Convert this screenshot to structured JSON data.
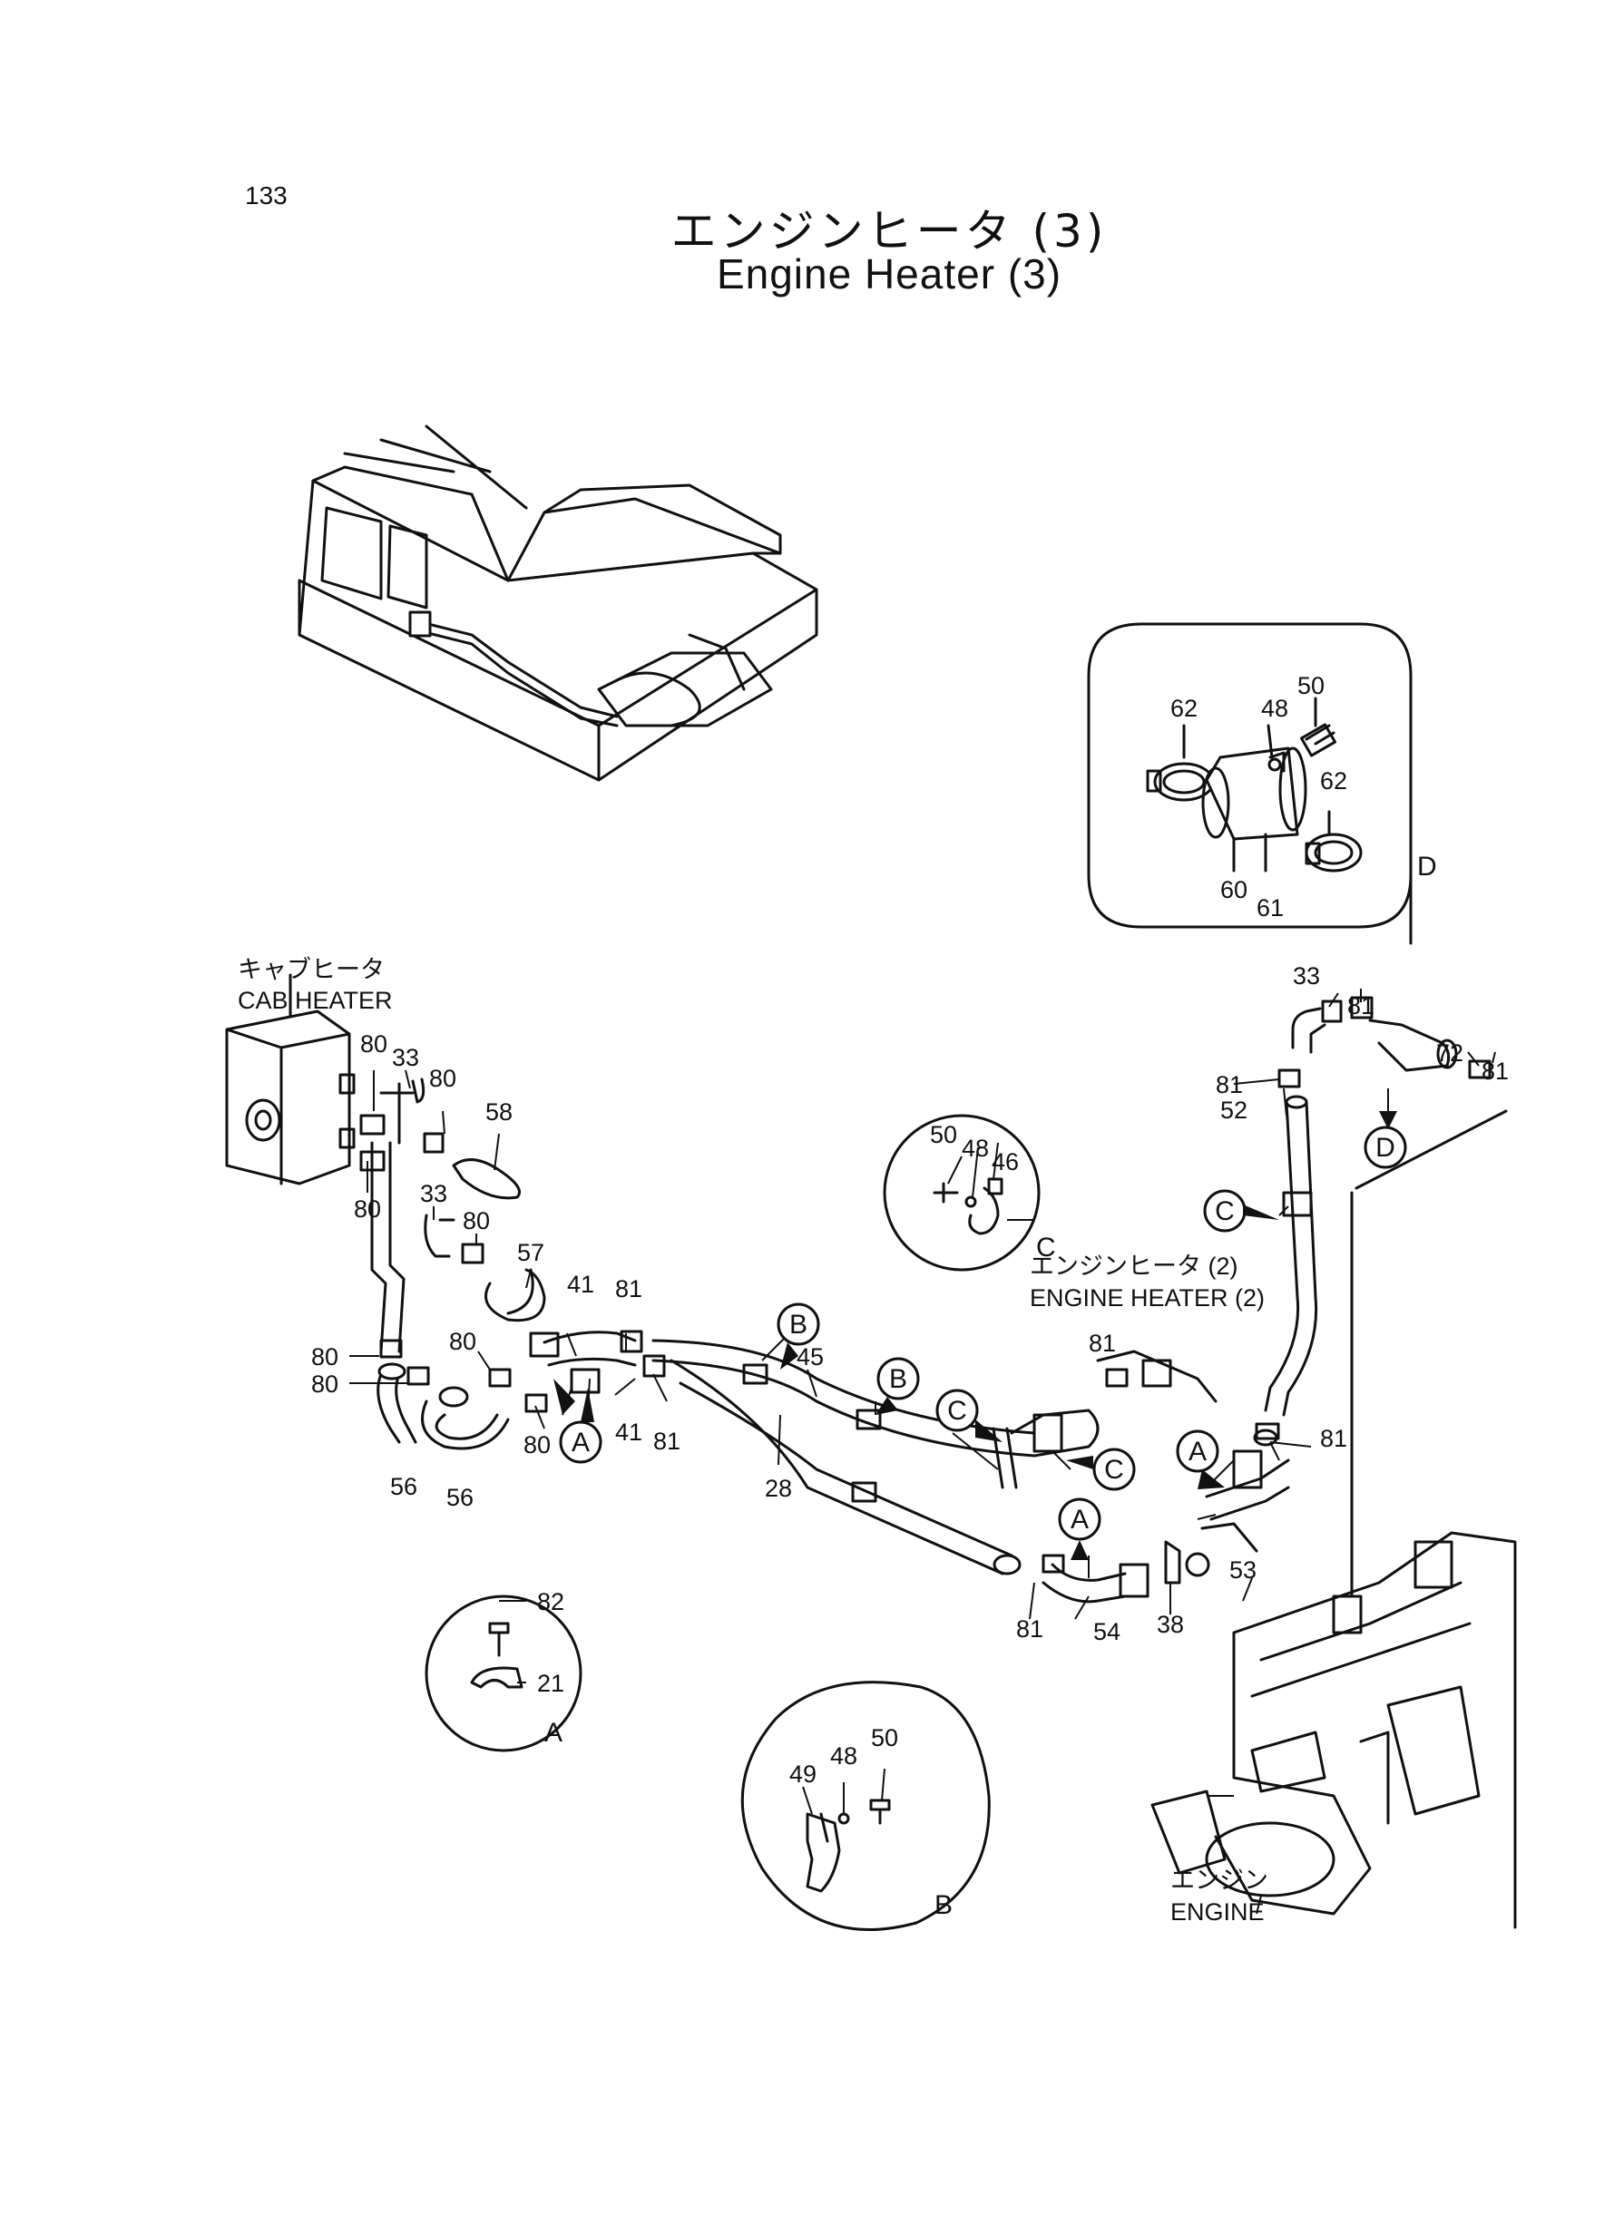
{
  "page_number": "133",
  "title": {
    "japanese": "エンジンヒータ (3)",
    "english": "Engine Heater (3)"
  },
  "labels": {
    "cab_heater_jp": "キャブヒータ",
    "cab_heater_en": "CAB HEATER",
    "engine_heater2_jp": "エンジンヒータ (2)",
    "engine_heater2_en": "ENGINE HEATER (2)",
    "engine_jp": "エンジン",
    "engine_en": "ENGINE"
  },
  "detail_views": {
    "A": {
      "letter": "A",
      "parts": [
        "82",
        "21"
      ]
    },
    "B": {
      "letter": "B",
      "parts": [
        "49",
        "48",
        "50"
      ]
    },
    "C": {
      "letter": "C",
      "parts": [
        "50",
        "48",
        "46"
      ]
    },
    "D": {
      "letter": "D",
      "parts": [
        "62",
        "48",
        "50",
        "62",
        "60",
        "61"
      ]
    }
  },
  "callouts": [
    {
      "id": "c-a1",
      "text": "A"
    },
    {
      "id": "c-a2",
      "text": "A"
    },
    {
      "id": "c-a3",
      "text": "A"
    },
    {
      "id": "c-b1",
      "text": "B"
    },
    {
      "id": "c-b2",
      "text": "B"
    },
    {
      "id": "c-c1",
      "text": "C"
    },
    {
      "id": "c-c2",
      "text": "C"
    },
    {
      "id": "c-c3",
      "text": "C"
    },
    {
      "id": "c-d1",
      "text": "D"
    }
  ],
  "part_numbers": [
    "80",
    "33",
    "80",
    "58",
    "80",
    "33",
    "80",
    "57",
    "41",
    "81",
    "80",
    "80",
    "80",
    "80",
    "41",
    "81",
    "56",
    "56",
    "45",
    "28",
    "81",
    "54",
    "38",
    "53",
    "81",
    "52",
    "33",
    "81",
    "72",
    "81",
    "81"
  ]
}
